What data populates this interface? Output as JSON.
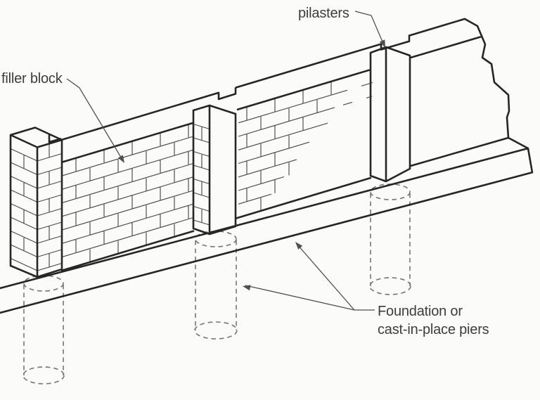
{
  "diagram": {
    "labels": {
      "filler_block": "filler block",
      "pilasters": "pilasters",
      "foundation_line1": "Foundation or",
      "foundation_line2": "cast-in-place piers"
    },
    "colors": {
      "background": "#fbfbfa",
      "outline": "#262626",
      "brick_line": "#4a4a4a",
      "dashed_line": "#757575",
      "leader_line": "#4f4f4f",
      "text": "#3d3d3d"
    }
  }
}
